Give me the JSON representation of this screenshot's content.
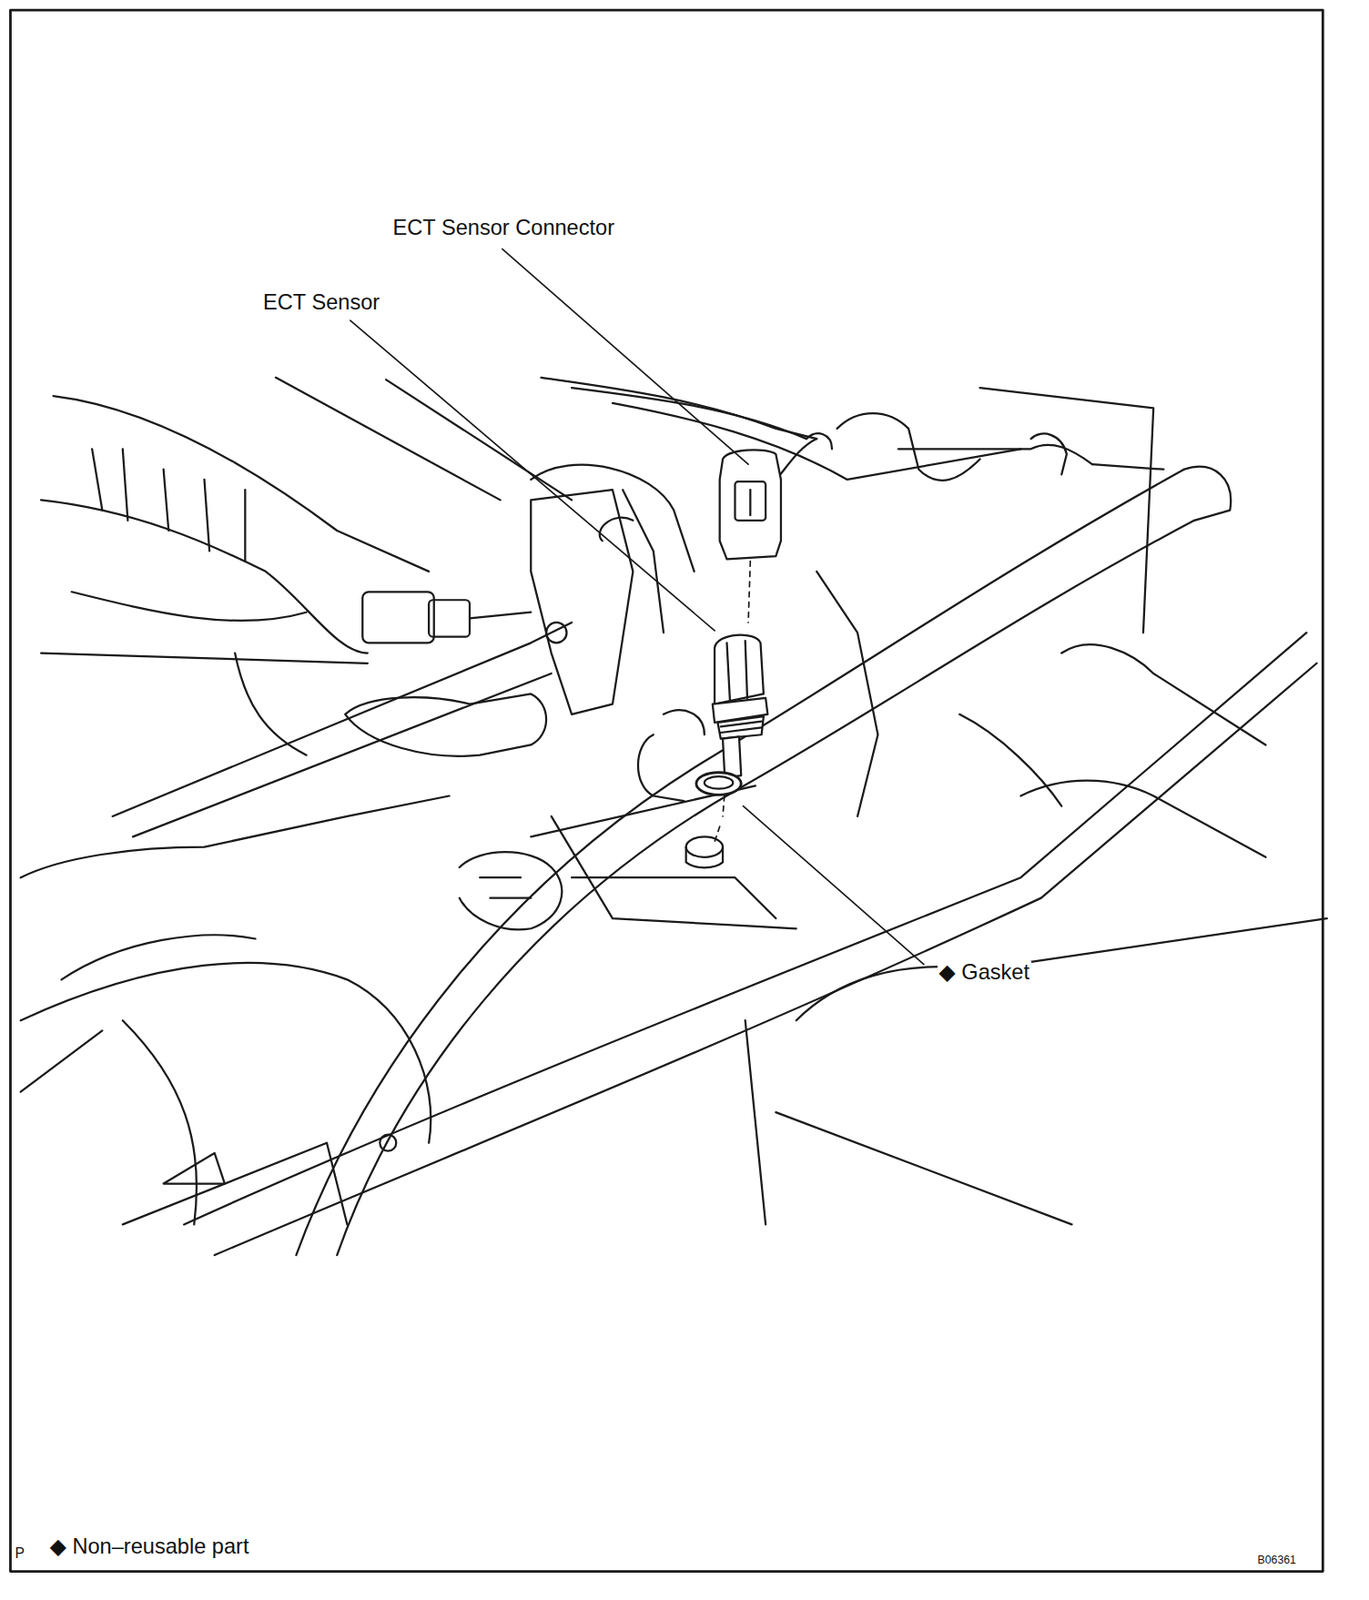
{
  "diagram": {
    "labels": [
      "ECT Sensor Connector",
      "ECT Sensor",
      "◆ Gasket",
      "P",
      "◆ Non–reusable part",
      "B06361"
    ]
  }
}
